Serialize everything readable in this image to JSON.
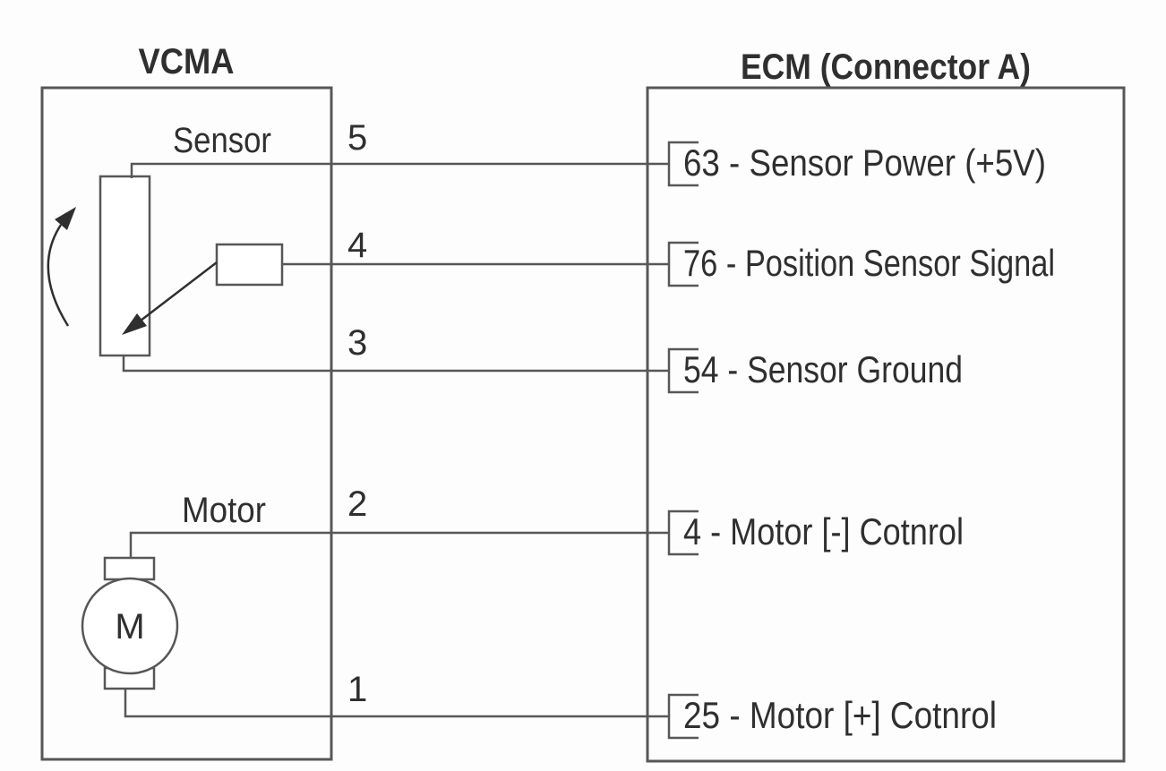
{
  "colors": {
    "line": "#575757",
    "text": "#2f2f2f",
    "background": "#fdfdfd"
  },
  "vcma": {
    "title": "VCMA",
    "sensor_label": "Sensor",
    "motor_label": "Motor",
    "motor_symbol": "M"
  },
  "ecm": {
    "title": "ECM (Connector A)"
  },
  "connections": [
    {
      "vcma_pin": "5",
      "ecm_label": "63 - Sensor Power (+5V)"
    },
    {
      "vcma_pin": "4",
      "ecm_label": "76 - Position Sensor Signal"
    },
    {
      "vcma_pin": "3",
      "ecm_label": "54 - Sensor Ground"
    },
    {
      "vcma_pin": "2",
      "ecm_label": "4 - Motor [-] Cotnrol"
    },
    {
      "vcma_pin": "1",
      "ecm_label": "25 - Motor [+] Cotnrol"
    }
  ]
}
